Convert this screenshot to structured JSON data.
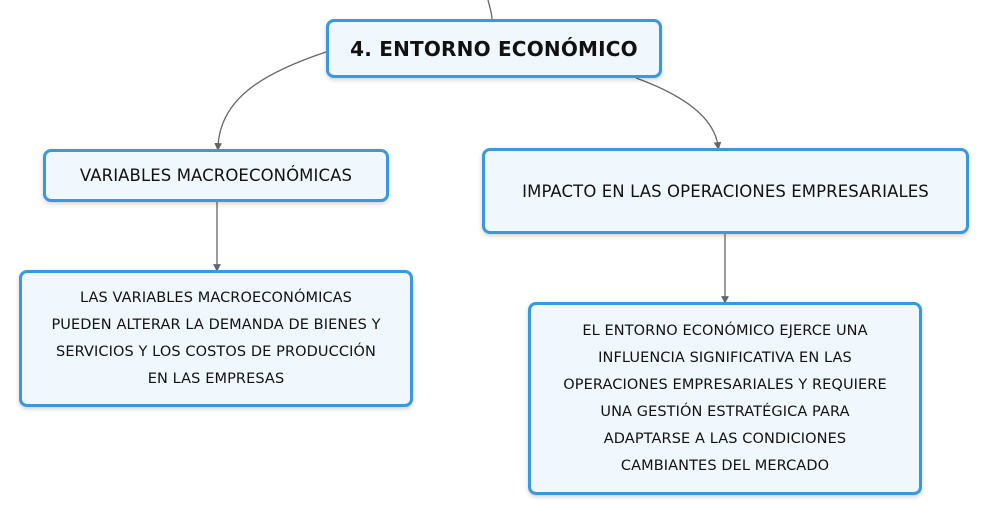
{
  "root": {
    "label": "4. ENTORNO ECONÓMICO"
  },
  "topics": [
    {
      "label": "VARIABLES MACROECONÓMICAS",
      "detail_lines": [
        "LAS VARIABLES MACROECONÓMICAS",
        "PUEDEN ALTERAR LA DEMANDA DE BIENES Y",
        "SERVICIOS Y LOS COSTOS DE PRODUCCIÓN",
        "EN LAS EMPRESAS"
      ]
    },
    {
      "label": "IMPACTO EN LAS OPERACIONES EMPRESARIALES",
      "detail_lines": [
        "EL ENTORNO ECONÓMICO EJERCE UNA",
        "INFLUENCIA SIGNIFICATIVA EN LAS",
        "OPERACIONES EMPRESARIALES Y REQUIERE",
        "UNA GESTIÓN ESTRATÉGICA PARA",
        "ADAPTARSE A LAS CONDICIONES",
        "CAMBIANTES DEL MERCADO"
      ]
    }
  ],
  "colors": {
    "node_border": "#3a98dc",
    "node_fill": "#f1f8fd",
    "connector": "#666666"
  }
}
